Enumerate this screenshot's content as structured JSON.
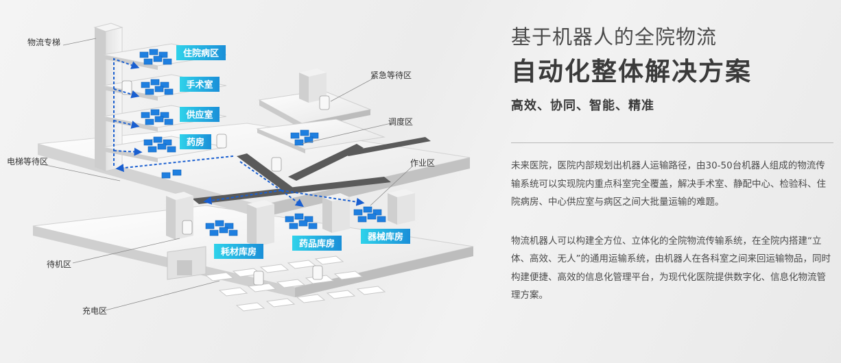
{
  "diagram": {
    "callouts": {
      "logistics_elevator": "物流专梯",
      "elevator_waiting": "电梯等待区",
      "standby": "待机区",
      "charging": "充电区",
      "emergency_waiting": "紧急等待区",
      "dispatch": "调度区",
      "work_area": "作业区"
    },
    "rooms": {
      "inpatient_ward": "住院病区",
      "operating_room": "手术室",
      "supply_room": "供应室",
      "pharmacy": "药房",
      "consumables_store": "耗材库房",
      "medicine_store": "药品库房",
      "equipment_store": "器械库房"
    },
    "colors": {
      "label_gradient_start": "#2fd2ea",
      "label_gradient_end": "#1a8fd8",
      "box_blue": "#1e7fe0",
      "route_blue": "#1a5fd0",
      "corridor": "#555555"
    }
  },
  "panel": {
    "title_line1": "基于机器人的全院物流",
    "title_line2": "自动化整体解决方案",
    "subtitle": "高效、协同、智能、精准",
    "paragraph1": "未来医院，医院内部规划出机器人运输路径，由30-50台机器人组成的物流传输系统可以实现院内重点科室完全覆盖，解决手术室、静配中心、检验科、住院病房、中心供应室与病区之间大批量运输的难题。",
    "paragraph2": "物流机器人可以构建全方位、立体化的全院物流传输系统，在全院内搭建“立体、高效、无人”的通用运输系统，由机器人在各科室之间来回运输物品，同时构建便捷、高效的信息化管理平台，为现代化医院提供数字化、信息化物流管理方案。"
  }
}
